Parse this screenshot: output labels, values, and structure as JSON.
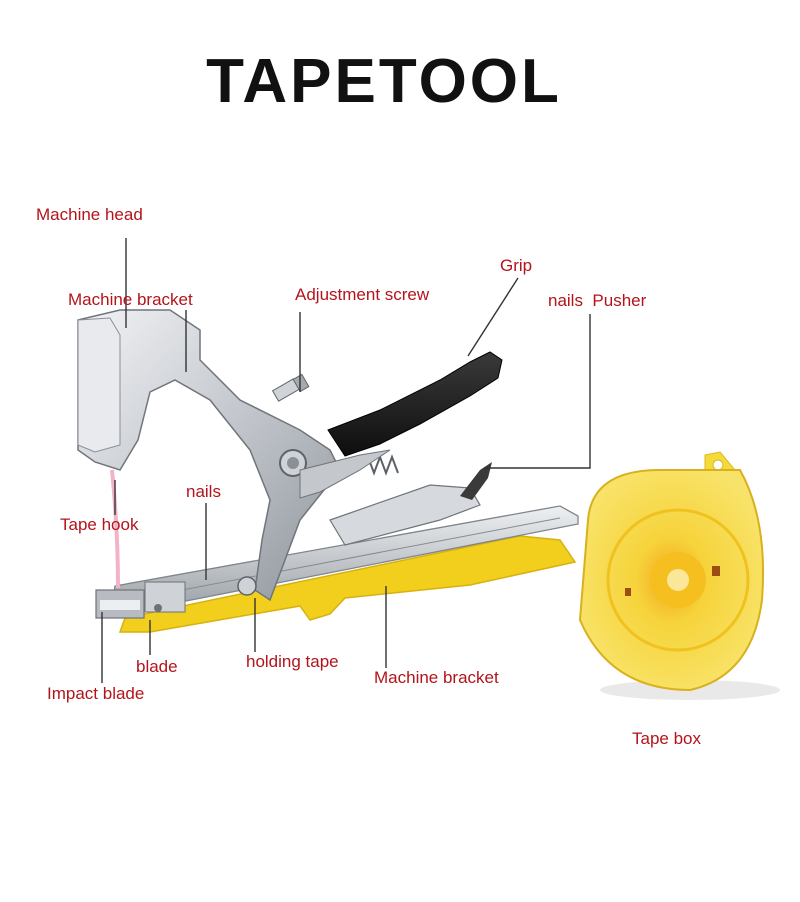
{
  "title": "TAPETOOL",
  "colors": {
    "label": "#b3141b",
    "title": "#111111",
    "yellow": "#f3d21a",
    "tape_box": "#f7de3a",
    "metal": "#c9cdd2",
    "grip": "#1c1c1c"
  },
  "labels": {
    "machine_head": "Machine head",
    "machine_bracket_top": "Machine bracket",
    "adjustment_screw": "Adjustment screw",
    "grip": "Grip",
    "nails_pusher": "nails  Pusher",
    "nails": "nails",
    "tape_hook": "Tape hook",
    "blade": "blade",
    "holding_tape": "holding tape",
    "machine_bracket_bottom": "Machine bracket",
    "impact_blade": "Impact blade",
    "tape_box": "Tape box"
  }
}
